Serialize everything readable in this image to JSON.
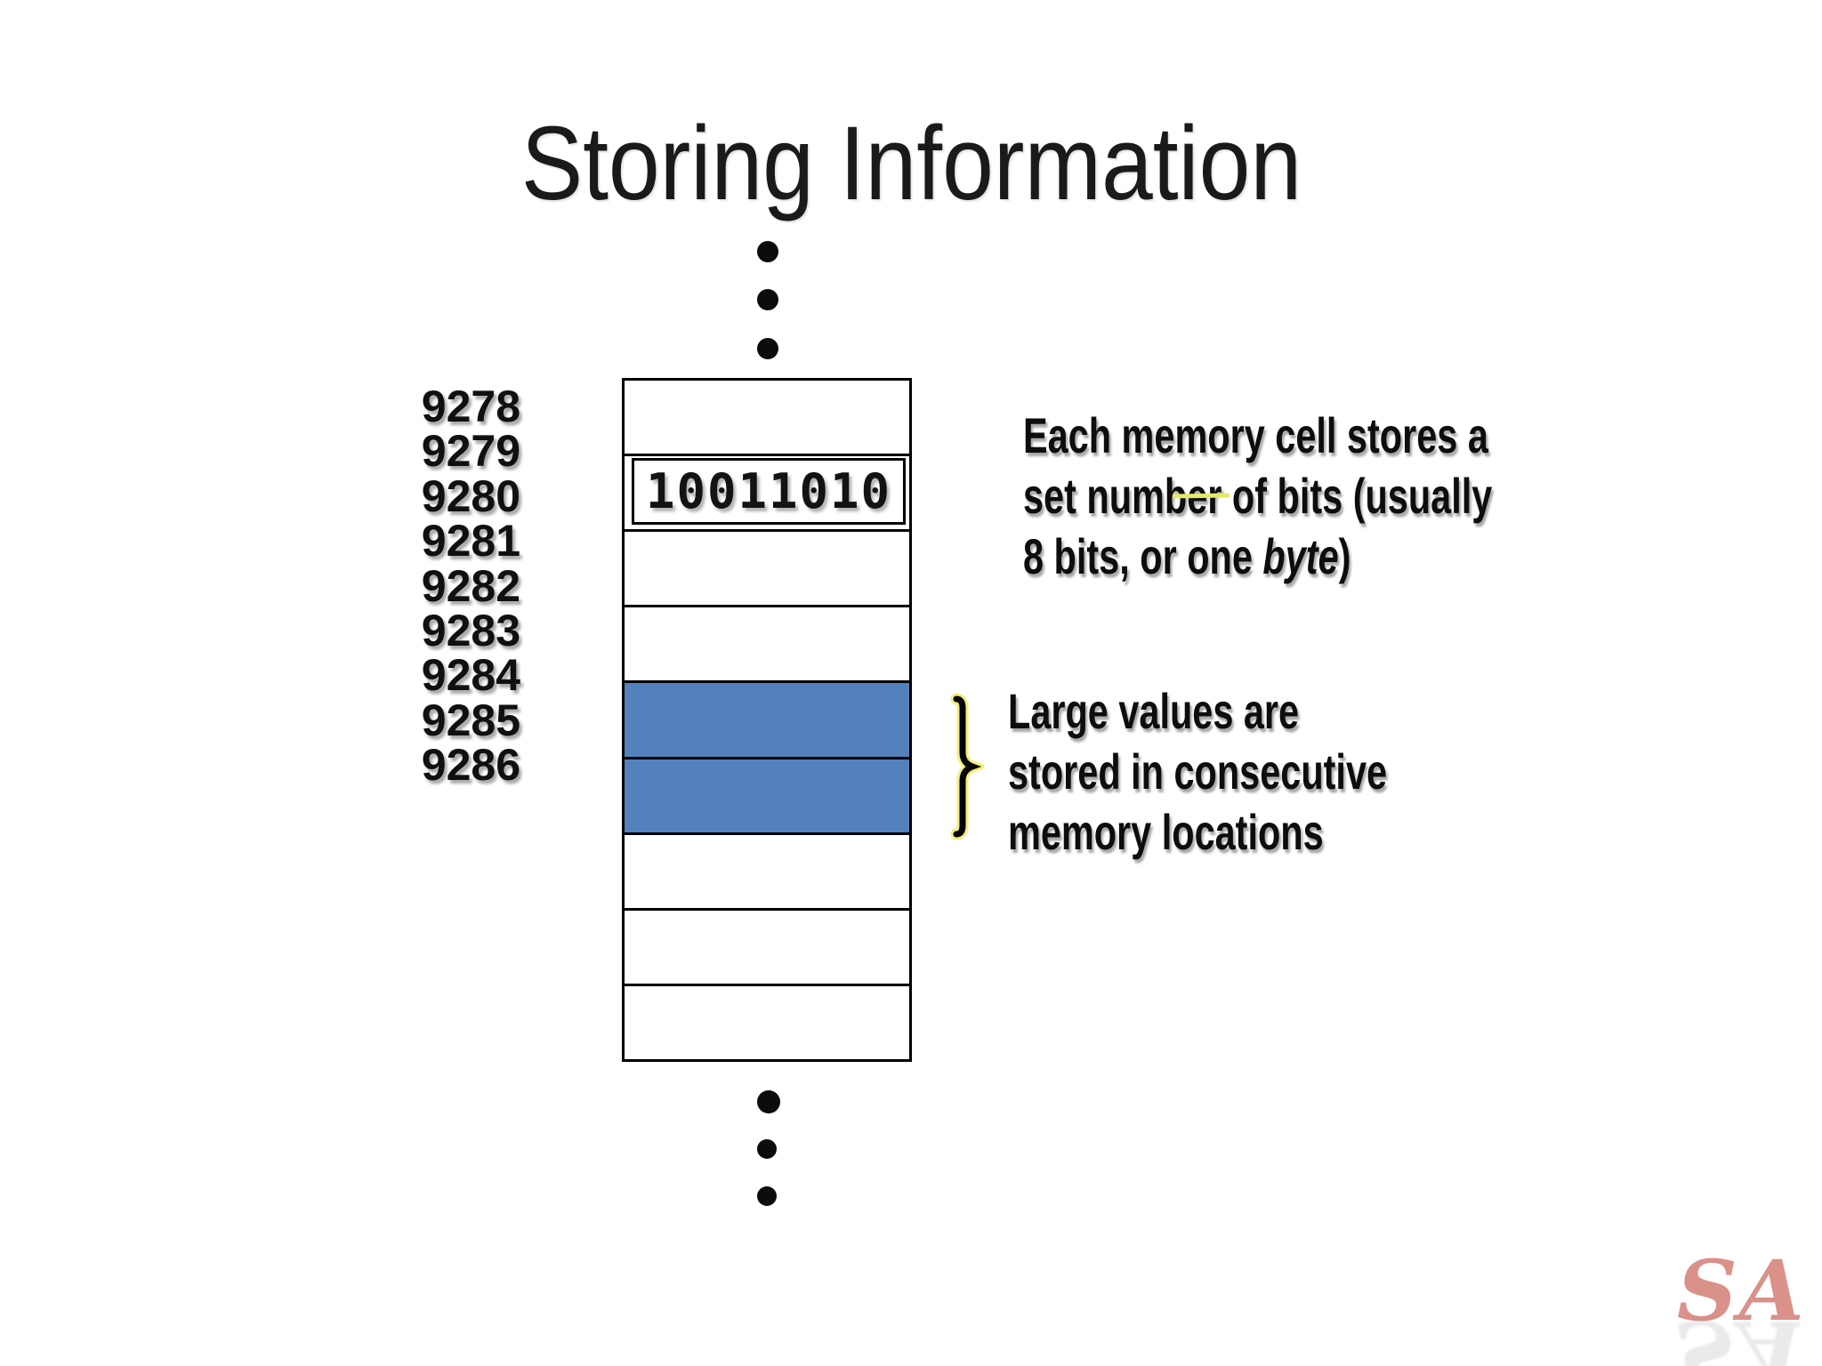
{
  "title": "Storing Information",
  "memory": {
    "addresses": [
      "9278",
      "9279",
      "9280",
      "9281",
      "9282",
      "9283",
      "9284",
      "9285",
      "9286"
    ],
    "cells": [
      {
        "type": "empty"
      },
      {
        "type": "value",
        "text": "10011010"
      },
      {
        "type": "empty"
      },
      {
        "type": "empty"
      },
      {
        "type": "filled"
      },
      {
        "type": "filled"
      },
      {
        "type": "empty"
      },
      {
        "type": "empty"
      },
      {
        "type": "empty"
      }
    ]
  },
  "notes": {
    "cell_bits": {
      "line1": "Each memory cell stores a",
      "line2": "set number of bits (usually",
      "line3_prefix": "8 bits, or one ",
      "line3_italic": "byte",
      "line3_suffix": ")"
    },
    "large_values": {
      "line1": "Large values are",
      "line2": "stored in consecutive",
      "line3": "memory locations"
    }
  },
  "logo": {
    "text": "SA"
  },
  "colors": {
    "highlight_blue": "#5381bd",
    "annotation_yellow": "#e3ea67",
    "logo_fill": "#d9918a",
    "logo_stroke": "#5a3a6e"
  }
}
